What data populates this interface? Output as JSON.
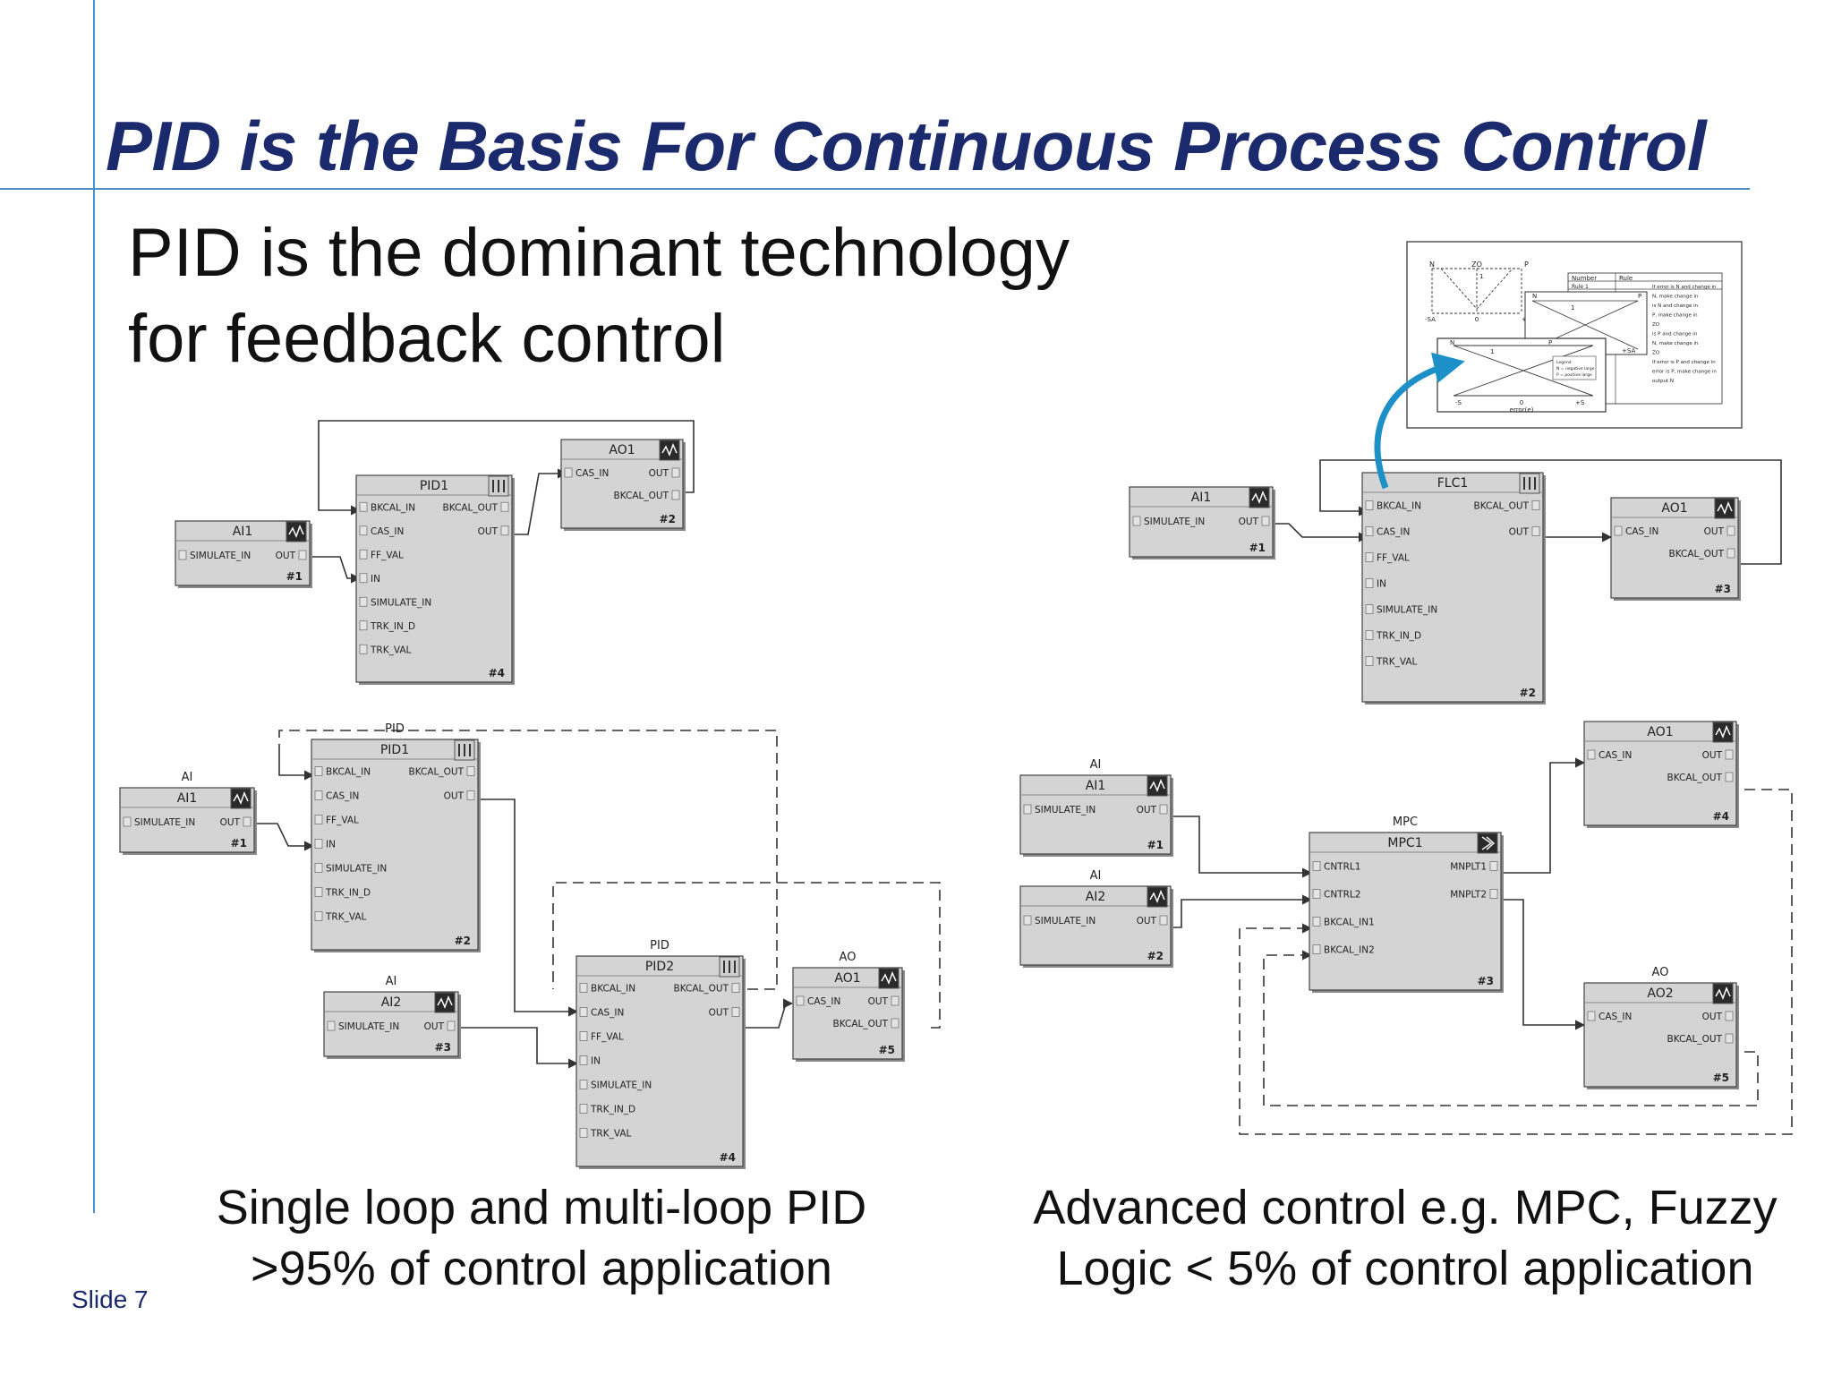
{
  "slide": {
    "title": "PID  is the Basis For Continuous Process Control",
    "subtitle_line1": "PID is the dominant technology",
    "subtitle_line2": "for feedback control",
    "caption_left_line1": "Single loop and multi-loop PID",
    "caption_left_line2": ">95% of control application",
    "caption_right_line1": "Advanced control e.g. MPC, Fuzzy",
    "caption_right_line2": "Logic < 5% of control application",
    "slide_number": "Slide 7",
    "accent_color": "#1a2a6c",
    "rule_color": "#4a90c8"
  },
  "diagram_a": {
    "ai1": {
      "name": "AI1",
      "in": "SIMULATE_IN",
      "out": "OUT",
      "tag": "#1"
    },
    "pid1": {
      "name": "PID1",
      "ins": [
        "BKCAL_IN",
        "CAS_IN",
        "FF_VAL",
        "IN",
        "SIMULATE_IN",
        "TRK_IN_D",
        "TRK_VAL"
      ],
      "outs": [
        "BKCAL_OUT",
        "OUT"
      ],
      "tag": "#4"
    },
    "ao1": {
      "name": "AO1",
      "in": "CAS_IN",
      "out1": "OUT",
      "out2": "BKCAL_OUT",
      "tag": "#2"
    }
  },
  "diagram_b": {
    "ai1": {
      "type": "AI",
      "name": "AI1",
      "in": "SIMULATE_IN",
      "out": "OUT",
      "tag": "#1"
    },
    "pid1": {
      "type": "PID",
      "name": "PID1",
      "ins": [
        "BKCAL_IN",
        "CAS_IN",
        "FF_VAL",
        "IN",
        "SIMULATE_IN",
        "TRK_IN_D",
        "TRK_VAL"
      ],
      "outs": [
        "BKCAL_OUT",
        "OUT"
      ],
      "tag": "#2"
    },
    "ai2": {
      "type": "AI",
      "name": "AI2",
      "in": "SIMULATE_IN",
      "out": "OUT",
      "tag": "#3"
    },
    "pid2": {
      "type": "PID",
      "name": "PID2",
      "ins": [
        "BKCAL_IN",
        "CAS_IN",
        "FF_VAL",
        "IN",
        "SIMULATE_IN",
        "TRK_IN_D",
        "TRK_VAL"
      ],
      "outs": [
        "BKCAL_OUT",
        "OUT"
      ],
      "tag": "#4"
    },
    "ao1": {
      "type": "AO",
      "name": "AO1",
      "in": "CAS_IN",
      "out1": "OUT",
      "out2": "BKCAL_OUT",
      "tag": "#5"
    }
  },
  "diagram_c": {
    "ai1": {
      "name": "AI1",
      "in": "SIMULATE_IN",
      "out": "OUT",
      "tag": "#1"
    },
    "flc1": {
      "name": "FLC1",
      "ins": [
        "BKCAL_IN",
        "CAS_IN",
        "FF_VAL",
        "IN",
        "SIMULATE_IN",
        "TRK_IN_D",
        "TRK_VAL"
      ],
      "outs": [
        "BKCAL_OUT",
        "OUT"
      ],
      "tag": "#2"
    },
    "ao1": {
      "name": "AO1",
      "in": "CAS_IN",
      "out1": "OUT",
      "out2": "BKCAL_OUT",
      "tag": "#3"
    }
  },
  "diagram_d": {
    "ai1": {
      "type": "AI",
      "name": "AI1",
      "in": "SIMULATE_IN",
      "out": "OUT",
      "tag": "#1"
    },
    "ai2": {
      "type": "AI",
      "name": "AI2",
      "in": "SIMULATE_IN",
      "out": "OUT",
      "tag": "#2"
    },
    "mpc1": {
      "type": "MPC",
      "name": "MPC1",
      "ins": [
        "CNTRL1",
        "CNTRL2",
        "BKCAL_IN1",
        "BKCAL_IN2"
      ],
      "outs": [
        "MNPLT1",
        "MNPLT2"
      ],
      "tag": "#3"
    },
    "ao1": {
      "name": "AO1",
      "in": "CAS_IN",
      "out1": "OUT",
      "out2": "BKCAL_OUT",
      "tag": "#4"
    },
    "ao2": {
      "type": "AO",
      "name": "AO2",
      "in": "CAS_IN",
      "out1": "OUT",
      "out2": "BKCAL_OUT",
      "tag": "#5"
    }
  },
  "fuzzy_inset": {
    "plot1": {
      "n": "N",
      "zo": "ZO",
      "p": "P",
      "one": "1",
      "neg": "-SA",
      "zero": "0",
      "pos": "+SA"
    },
    "plot2": {
      "n": "N",
      "p": "P",
      "one": "1",
      "pos": "+SA"
    },
    "plot3": {
      "n": "N",
      "p": "P",
      "one": "1",
      "neg": "-S",
      "zero": "0",
      "pos": "+S",
      "xlabel": "error(e)",
      "legend": [
        "Legend",
        "N = negative large",
        "P = positive large"
      ]
    },
    "table": {
      "col1": "Number",
      "col2": "Rule",
      "row1": "Rule 1",
      "rules": [
        "If error is N and change in",
        "N, make change in",
        "is N and change in",
        "P, make change in",
        "ZO",
        "is P and change in",
        "N, make change in",
        "ZO",
        "If error is P and change in",
        "error is P, make change in",
        "output N"
      ]
    }
  }
}
